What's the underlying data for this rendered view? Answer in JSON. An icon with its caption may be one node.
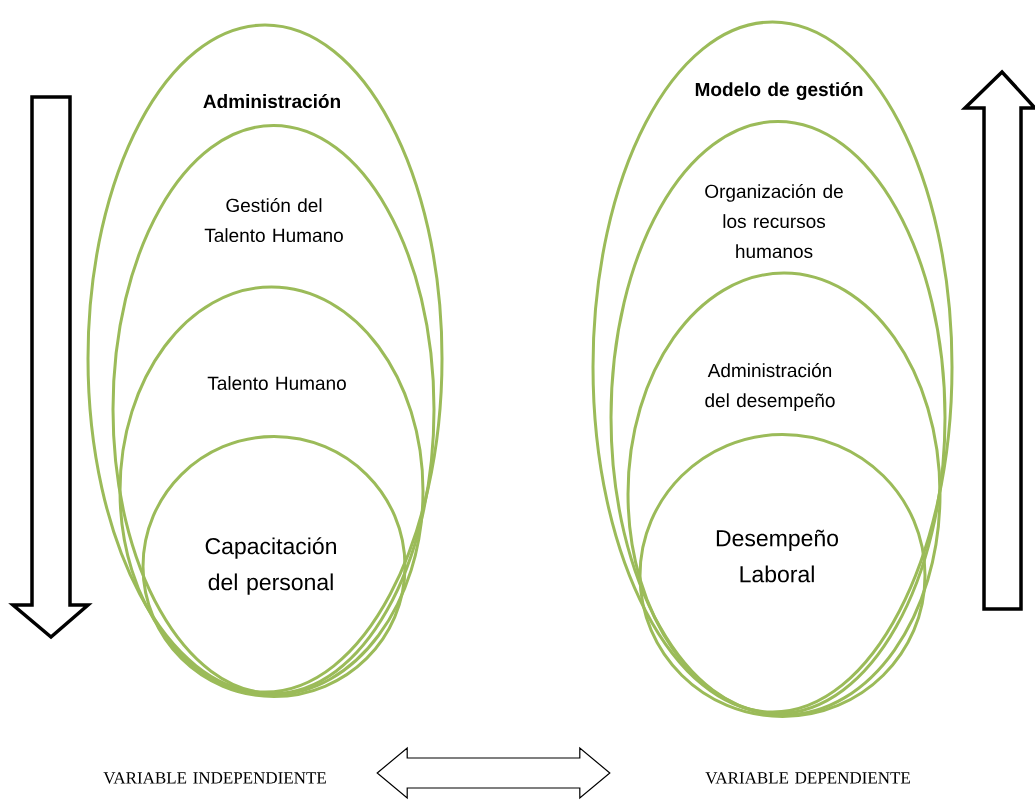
{
  "diagram": {
    "nodes": [
      {
        "text": [
          "Administración"
        ]
      },
      {
        "text": [
          "Gestión del Talento Humano"
        ],
        "in": 0
      },
      {
        "text": [
          "Talento Humano"
        ],
        "in": 1
      },
      {
        "text": [
          "Capacitación del personal"
        ],
        "in": 2
      },
      {
        "text": [
          "Modelo de gestión"
        ]
      },
      {
        "text": [
          "Organización de los recursos humanos"
        ],
        "in": 4
      },
      {
        "text": [
          "Administración del desempeño"
        ],
        "in": 5
      },
      {
        "text": [
          "Desempeño Laboral"
        ],
        "in": 6
      },
      {
        "text": [
          "VARIABLE INDEPENDIENTE"
        ]
      },
      {
        "text": [
          "VARIABLE DEPENDIENTE"
        ]
      }
    ],
    "edges": [
      {
        "from": 8,
        "to": 9,
        "arrow": "both"
      }
    ]
  }
}
